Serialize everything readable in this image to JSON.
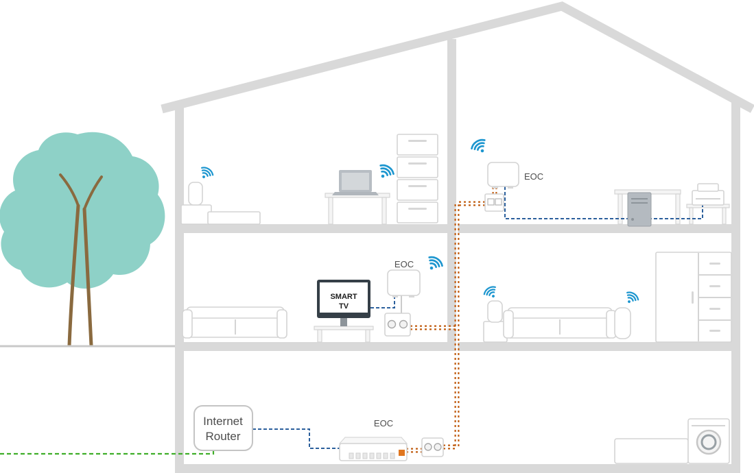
{
  "diagram": {
    "labels": {
      "eoc_top": "EOC",
      "eoc_middle": "EOC",
      "eoc_bottom": "EOC",
      "smart_tv_line1": "SMART",
      "smart_tv_line2": "TV",
      "router_line1": "Internet",
      "router_line2": "Router"
    },
    "icons": {
      "wifi": "radiating wifi arcs with dot"
    },
    "colors": {
      "wifi_blue": "#1d96cf",
      "ethernet_blue": "#2b5f9c",
      "coax_orange": "#c05c10",
      "internet_green": "#3fae29",
      "structure_gray": "#d9d9d9",
      "furniture_stroke": "#d4d4d4",
      "tree_foliage": "#8ed1c7",
      "tree_trunk": "#8a6a3f",
      "label_text": "#4d4d4d",
      "tv_frame": "#353f47"
    }
  }
}
